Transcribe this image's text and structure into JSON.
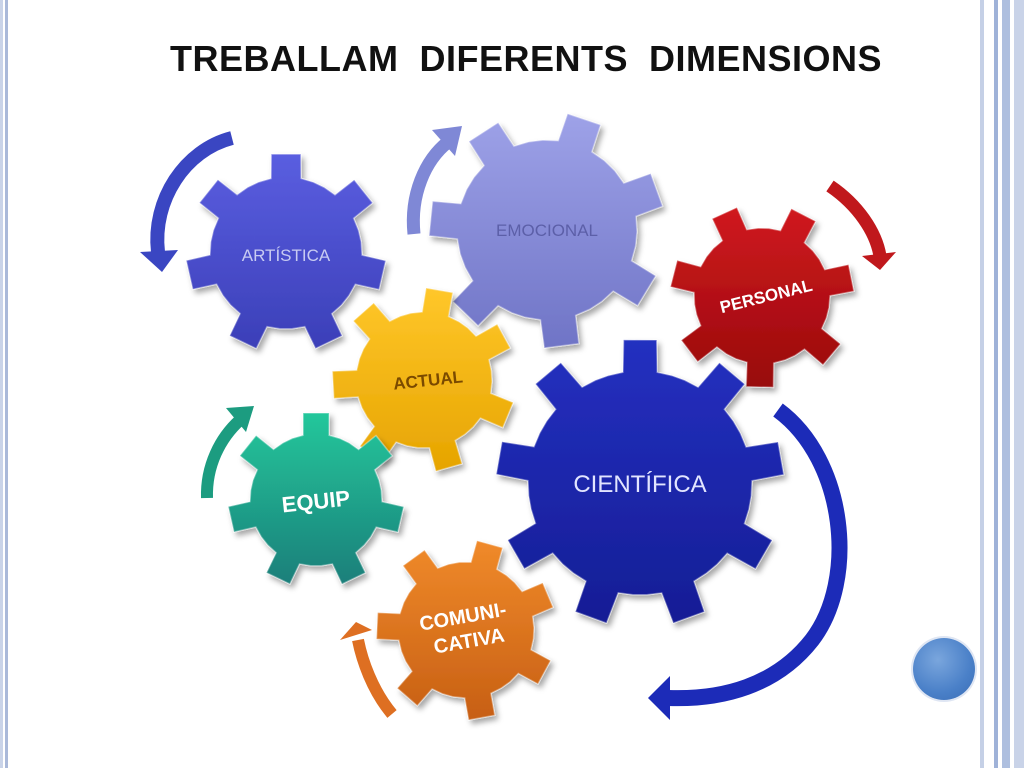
{
  "slide": {
    "title": "TREBALLAM  DIFERENTS  DIMENSIONS"
  },
  "gears": {
    "artistica": {
      "label": "ARTÍSTICA",
      "color": "#4a4ccf"
    },
    "emocional": {
      "label": "EMOCIONAL",
      "color": "#8a8fdc"
    },
    "personal": {
      "label": "PERSONAL",
      "color": "#b50d12"
    },
    "actual": {
      "label": "ACTUAL",
      "color": "#f4b400"
    },
    "cientifica": {
      "label": "CIENTÍFICA",
      "color": "#1a23a8"
    },
    "equip": {
      "label": "EQUIP",
      "color": "#1fa483"
    },
    "comunicativa": {
      "label_line1": "COMUNI-",
      "label_line2": "CATIVA",
      "color": "#e0741f"
    }
  },
  "arrows": {
    "artistica_arrow": {
      "color": "#3a46c2"
    },
    "emocional_arrow": {
      "color": "#7f88d6"
    },
    "personal_arrow": {
      "color": "#c0181c"
    },
    "equip_arrow": {
      "color": "#1c9c80"
    },
    "comunicativa_arrow": {
      "color": "#de6f22"
    },
    "cientifica_arrow": {
      "color": "#1c2bb8"
    }
  },
  "decor": {
    "corner_dot_color": "#4a80c8"
  }
}
